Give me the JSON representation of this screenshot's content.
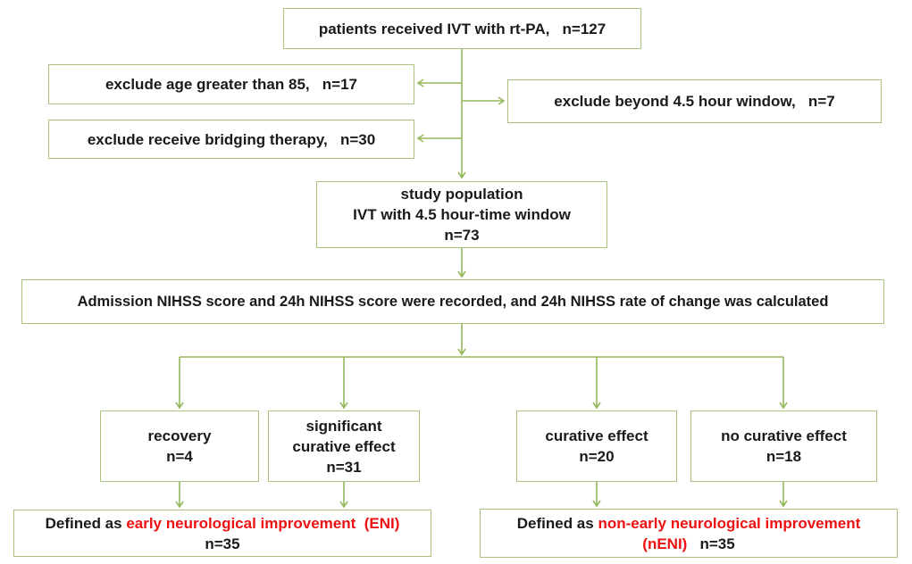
{
  "colors": {
    "box_border": "#a9c37f",
    "arrow": "#94b85c",
    "text": "#1a1a1a",
    "highlight_red": "#ee1111",
    "background": "#ffffff"
  },
  "boxes": {
    "top": {
      "text": "patients received IVT with rt-PA,   n=127"
    },
    "exclude_age": {
      "text": "exclude age greater than 85,   n=17"
    },
    "exclude_window": {
      "text": "exclude beyond 4.5 hour window,   n=7"
    },
    "exclude_bridging": {
      "text": "exclude receive bridging therapy,   n=30"
    },
    "study": {
      "lines": [
        "study population",
        "IVT with 4.5 hour-time window",
        "n=73"
      ]
    },
    "nihss": {
      "text": "Admission NIHSS score and 24h NIHSS score were recorded, and 24h NIHSS rate of change was calculated"
    },
    "recovery": {
      "lines": [
        "recovery",
        "n=4"
      ]
    },
    "significant": {
      "lines": [
        "significant",
        "curative effect",
        "n=31"
      ]
    },
    "curative": {
      "lines": [
        "curative effect",
        "n=20"
      ]
    },
    "no_curative": {
      "lines": [
        "no curative effect",
        "n=18"
      ]
    },
    "eni": {
      "line1_black": "Defined as ",
      "line1_red": "early neurological improvement  (ENI)",
      "line2_black": "n=35"
    },
    "neni": {
      "line1_black": "Defined as ",
      "line1_red": "non-early neurological improvement",
      "line2_red": "(nENI)",
      "line2_black": "   n=35"
    }
  }
}
